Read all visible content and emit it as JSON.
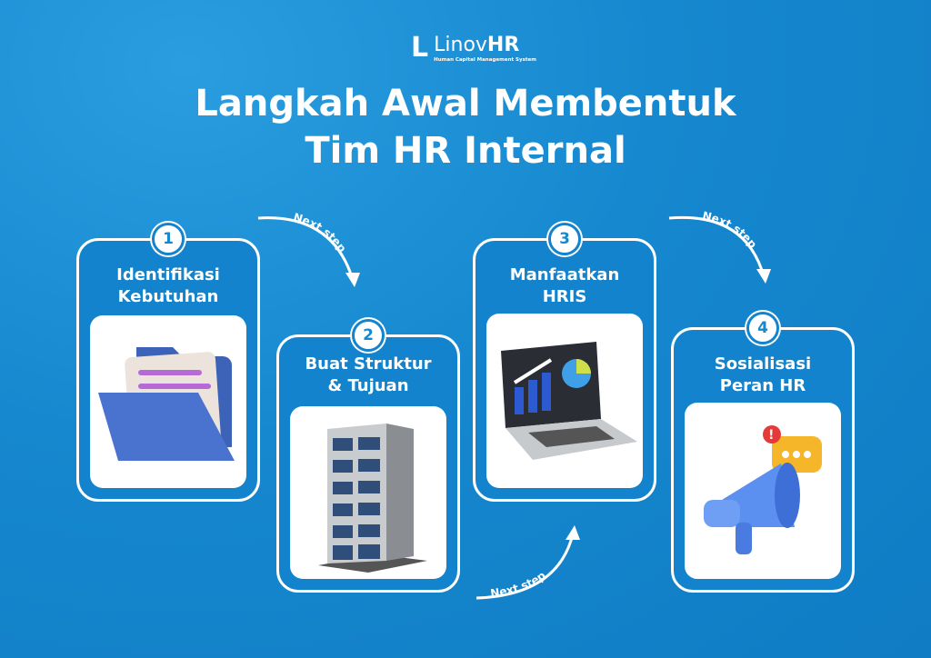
{
  "logo": {
    "letter": "L",
    "name_a": "Linov",
    "name_b": "HR",
    "tagline": "Human Capital Management System"
  },
  "title": {
    "line1": "Langkah Awal Membentuk",
    "line2": "Tim HR Internal"
  },
  "steps": [
    {
      "number": "1",
      "title1": "Identifikasi",
      "title2": "Kebutuhan",
      "icon": "folder-icon"
    },
    {
      "number": "2",
      "title1": "Buat Struktur",
      "title2": "& Tujuan",
      "icon": "building-icon"
    },
    {
      "number": "3",
      "title1": "Manfaatkan",
      "title2": "HRIS",
      "icon": "laptop-chart-icon"
    },
    {
      "number": "4",
      "title1": "Sosialisasi",
      "title2": "Peran HR",
      "icon": "megaphone-icon"
    }
  ],
  "arrows": {
    "a1": "Next step",
    "a2": "Next step",
    "a3": "Next step"
  },
  "colors": {
    "background": "#1688cf",
    "card": "#1283cc",
    "white": "#ffffff"
  }
}
